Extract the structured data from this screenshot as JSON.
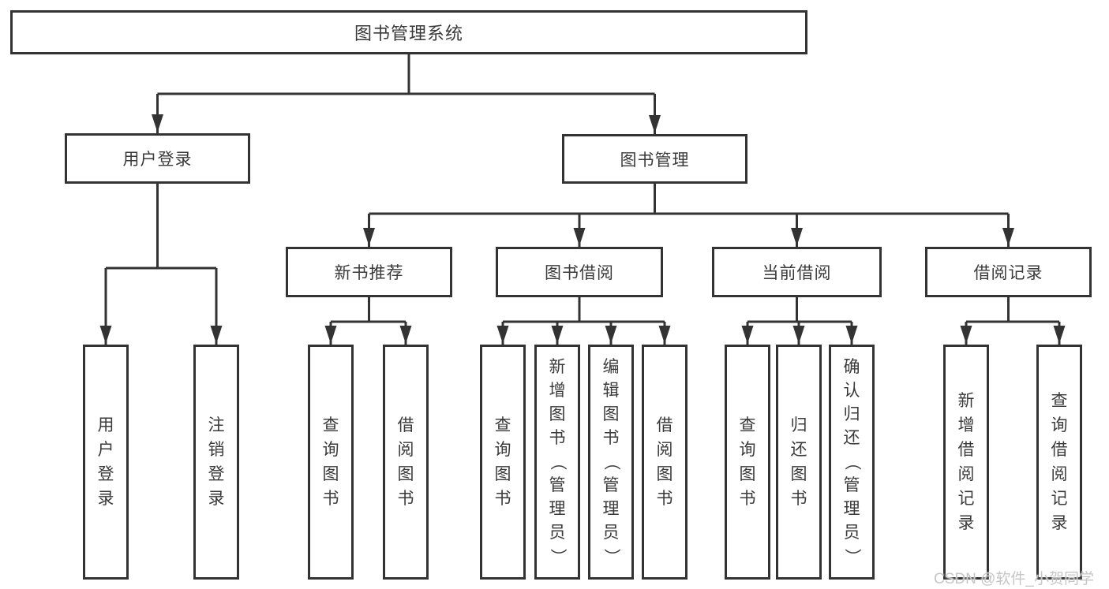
{
  "diagram": {
    "title": "图书管理系统",
    "level2": {
      "user_login": "用户登录",
      "book_mgmt": "图书管理"
    },
    "level3": {
      "new_books": "新书推荐",
      "book_borrow": "图书借阅",
      "current_borrow": "当前借阅",
      "borrow_records": "借阅记录"
    },
    "leaves": {
      "user_login": [
        "用户登录",
        "注销登录"
      ],
      "new_books": [
        "查询图书",
        "借阅图书"
      ],
      "book_borrow": [
        "查询图书",
        "新增图书（管理员）",
        "编辑图书（管理员）",
        "借阅图书"
      ],
      "current_borrow": [
        "查询图书",
        "归还图书",
        "确认归还（管理员）"
      ],
      "borrow_records": [
        "新增借阅记录",
        "查询借阅记录"
      ]
    }
  },
  "watermark": "CSDN @软件_小贺同学",
  "colors": {
    "line": "#333333",
    "text": "#3a3a3a",
    "watermark": "#c6c6c6",
    "background": "#ffffff"
  }
}
